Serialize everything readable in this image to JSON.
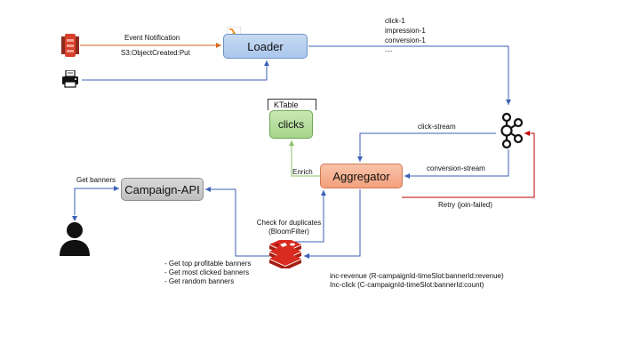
{
  "nodes": {
    "loader": "Loader",
    "campaign_api": "Campaign-API",
    "aggregator": "Aggregator",
    "clicks": "clicks",
    "ktable": "KTable"
  },
  "labels": {
    "event_notification": "Event Notification",
    "s3_event": "S3:ObjectCreated:Put",
    "events": [
      "click-1",
      "impression-1",
      "conversion-1",
      "...."
    ],
    "click_stream": "click-stream",
    "conversion_stream": "conversion-stream",
    "retry": "Retry (join-failed)",
    "enrich": "Enrich",
    "check_duplicates": [
      "Check for duplicates",
      "(BloomFilter)"
    ],
    "get_banners": "Get banners",
    "banner_queries": [
      "- Get top profitable banners",
      "- Get most clicked banners",
      "- Get random banners"
    ],
    "increments": [
      "inc-revenue (R-campaignId-timeSlot:bannerId:revenue)",
      "Inc-click (C-campaignId-timeSlot:bannerId:count)"
    ]
  },
  "icons": {
    "s3": "aws-s3-icon",
    "printer": "printer-icon",
    "lambda": "aws-lambda-icon",
    "kafka": "kafka-icon",
    "redis": "redis-icon",
    "user": "user-icon"
  },
  "colors": {
    "s3_icon": "#d9412c",
    "s3_arrow": "#d46a1f",
    "data_arrow": "#3b5fb5",
    "retry_arrow": "#c00000",
    "enrich_arrow": "#8cc06a",
    "lambda_icon": "#f08c1a",
    "redis_icon": "#d82c20"
  }
}
